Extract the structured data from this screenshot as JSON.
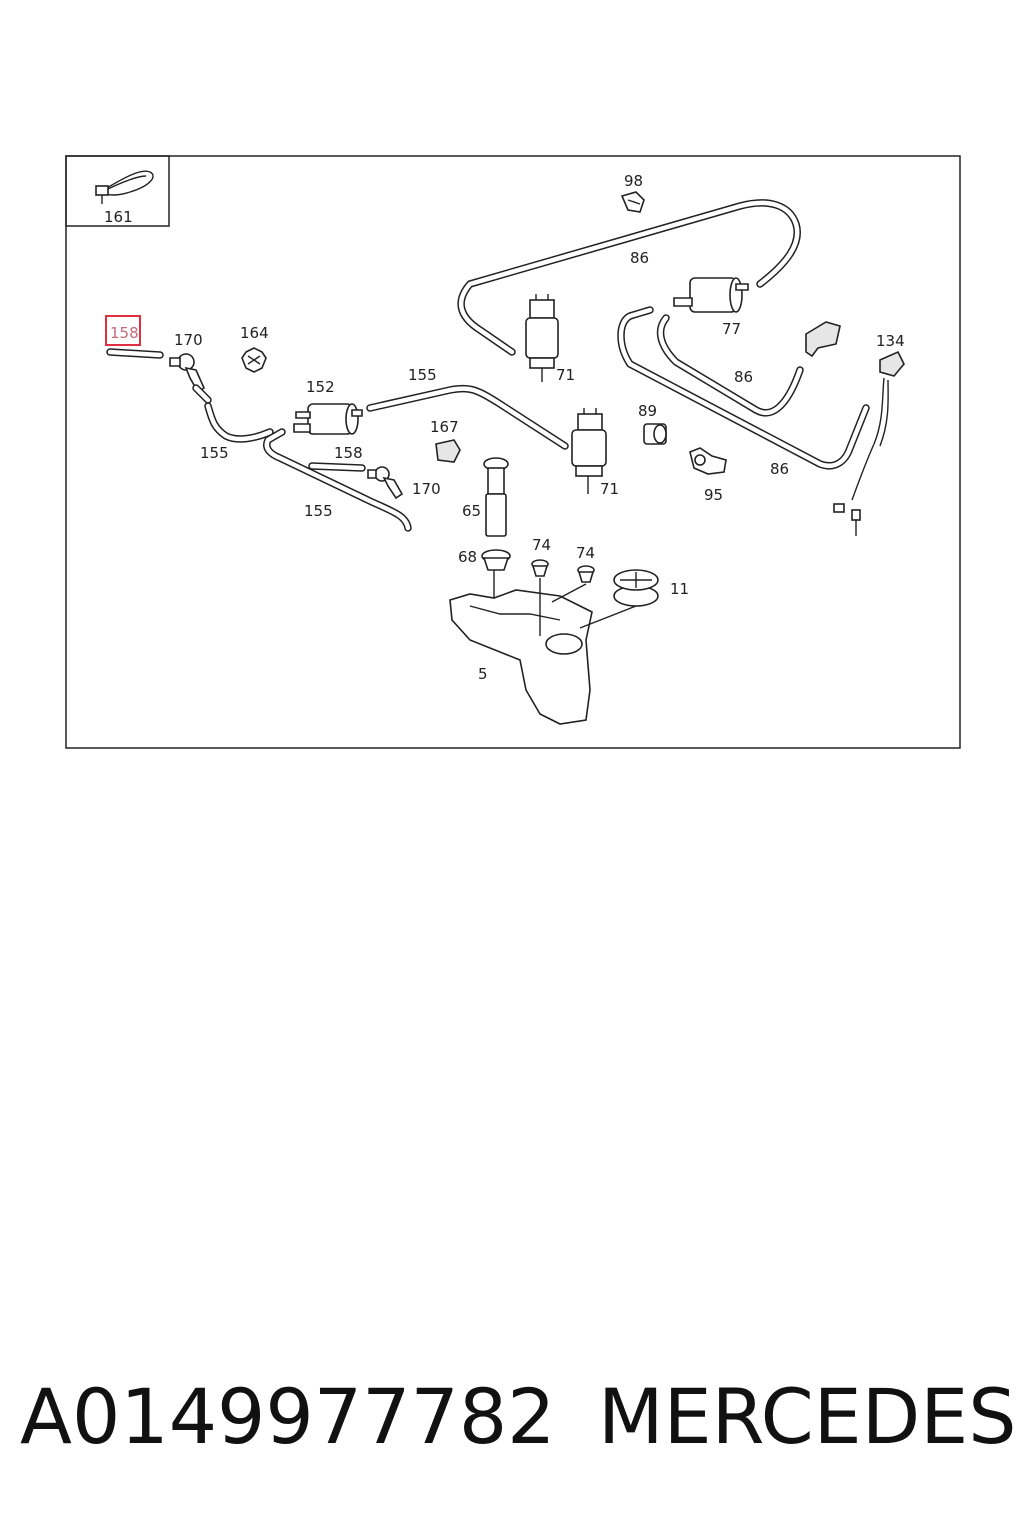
{
  "diagram": {
    "inset_label": "161",
    "highlighted_label": "158",
    "labels": {
      "p170a": "170",
      "p164": "164",
      "p152": "152",
      "p155a": "155",
      "p155b": "155",
      "p155c": "155",
      "p158b": "158",
      "p170b": "170",
      "p167": "167",
      "p65": "65",
      "p68": "68",
      "p74a": "74",
      "p74b": "74",
      "p11": "11",
      "p5": "5",
      "p71a": "71",
      "p71b": "71",
      "p89": "89",
      "p95": "95",
      "p98": "98",
      "p86a": "86",
      "p86b": "86",
      "p86c": "86",
      "p77": "77",
      "p134": "134"
    }
  },
  "footer": {
    "part_number": "A0149977782",
    "brand": "MERCEDES"
  },
  "colors": {
    "highlight": "#e03040",
    "line": "#222222"
  }
}
